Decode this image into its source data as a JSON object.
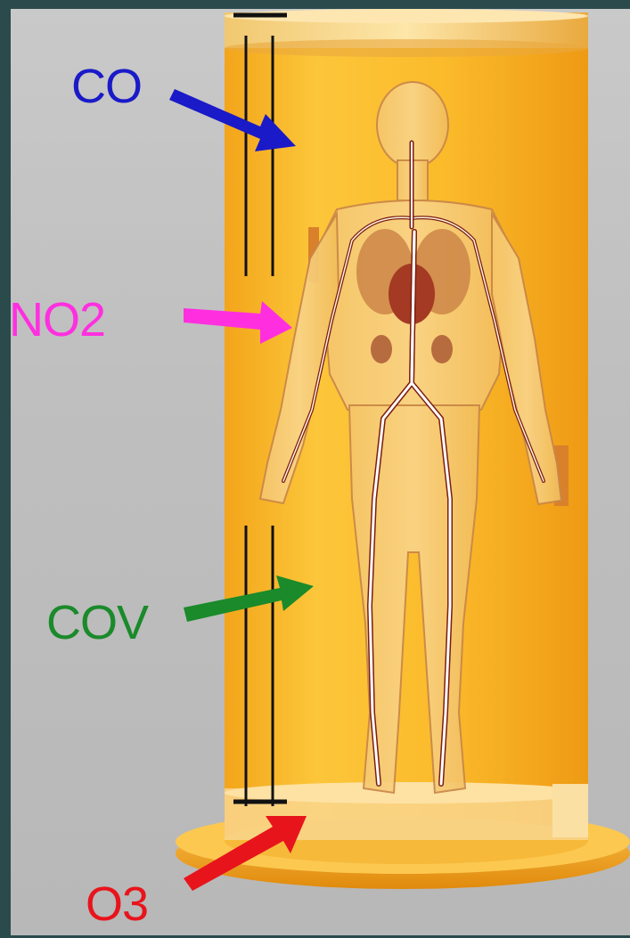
{
  "labels": {
    "co": "CO",
    "no2": "NO2",
    "cov": "COV",
    "o3": "O3"
  },
  "colors": {
    "co": "#1a1ac8",
    "no2": "#ff2fe0",
    "cov": "#1a8a2a",
    "o3": "#e8141c",
    "chamber": "#f7b51f",
    "background": "#bfbfbf"
  }
}
